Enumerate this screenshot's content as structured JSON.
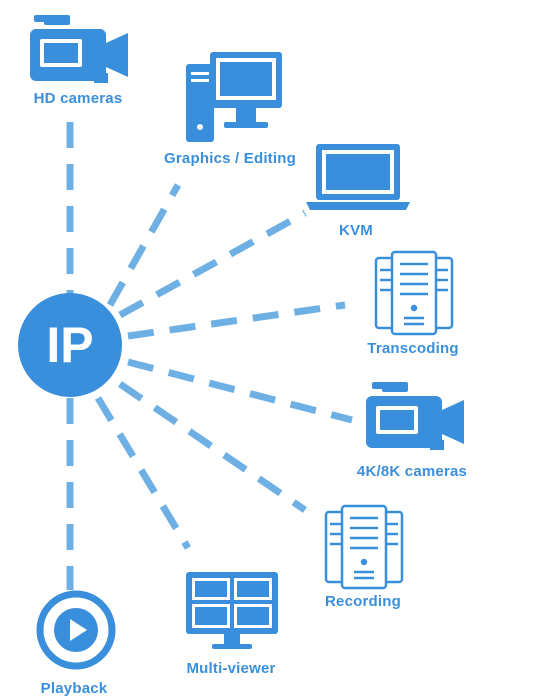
{
  "colors": {
    "primary": "#3a8fdc",
    "line": "#6fb0e4"
  },
  "hub": {
    "label": "IP"
  },
  "nodes": [
    {
      "id": "hd-cameras",
      "label": "HD cameras",
      "icon": "video-camera-icon"
    },
    {
      "id": "graphics-editing",
      "label": "Graphics / Editing",
      "icon": "desktop-computer-icon"
    },
    {
      "id": "kvm",
      "label": "KVM",
      "icon": "laptop-icon"
    },
    {
      "id": "transcoding",
      "label": "Transcoding",
      "icon": "server-rack-icon"
    },
    {
      "id": "4k8k-cameras",
      "label": "4K/8K cameras",
      "icon": "video-camera-icon"
    },
    {
      "id": "recording",
      "label": "Recording",
      "icon": "server-rack-icon"
    },
    {
      "id": "multi-viewer",
      "label": "Multi-viewer",
      "icon": "multi-screen-monitor-icon"
    },
    {
      "id": "playback",
      "label": "Playback",
      "icon": "play-button-icon"
    }
  ]
}
